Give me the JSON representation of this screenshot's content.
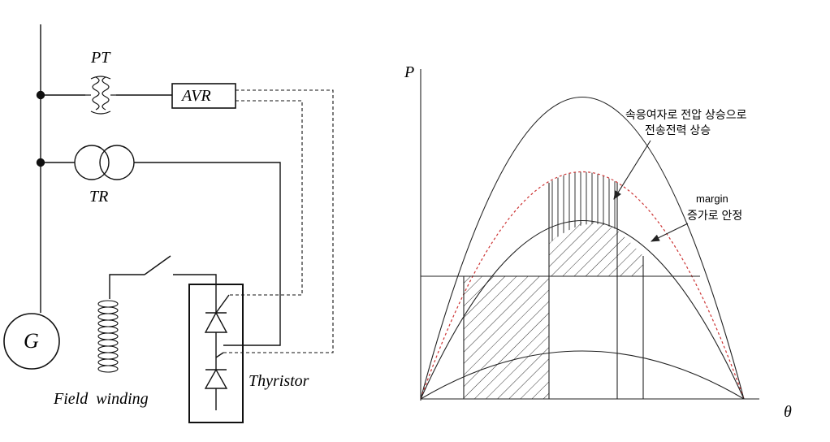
{
  "circuit": {
    "pt_label": "PT",
    "avr_label": "AVR",
    "tr_label": "TR",
    "generator_label": "G",
    "field_winding_label": "Field  winding",
    "thyristor_label": "Thyristor"
  },
  "power_angle_chart": {
    "y_axis_label": "P",
    "x_axis_label": "θ",
    "annotation_fast_excitation": [
      "속응여자로 전압 상승으로",
      "전송전력 상승"
    ],
    "annotation_margin": [
      "margin",
      "증가로 안정"
    ],
    "curve_color_dashed": "#cc3333",
    "curve_color": "#555555"
  }
}
